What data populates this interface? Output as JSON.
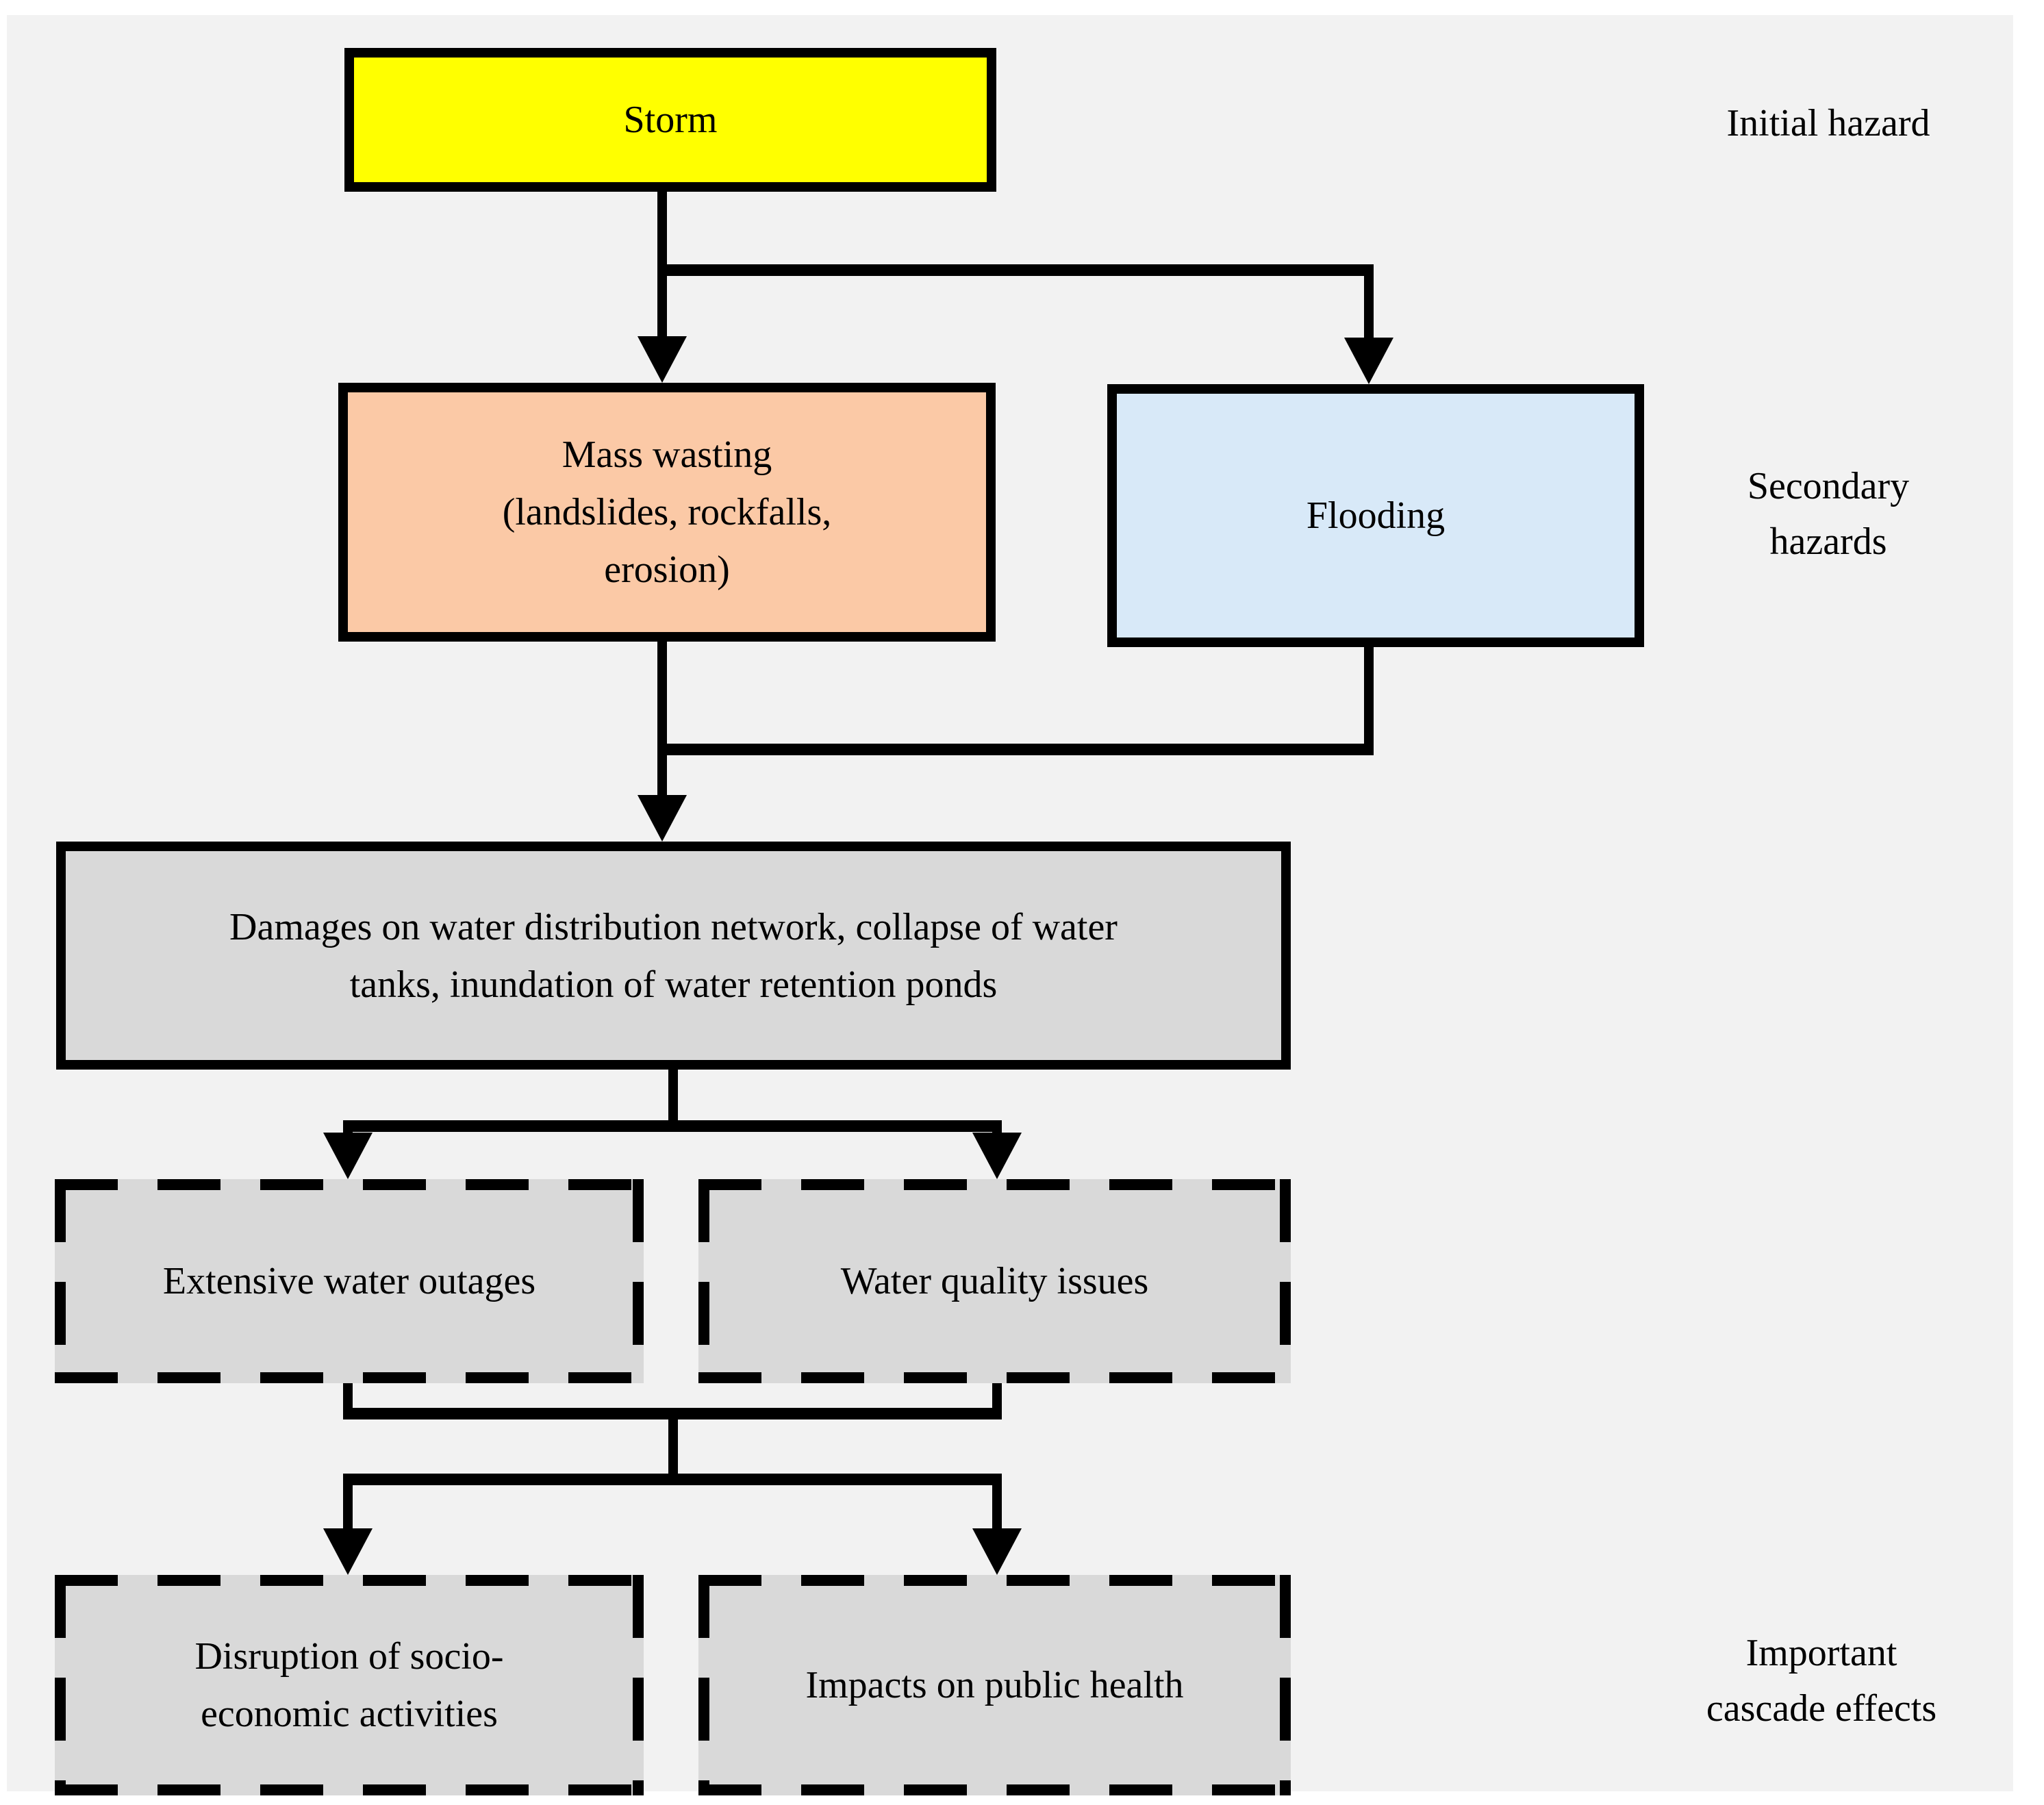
{
  "palette": {
    "page_border": "#ffffff",
    "background": "#f2f2f2",
    "stroke": "#000000",
    "text": "#000000",
    "initial_hazard_fill": "#ffff00",
    "mass_wasting_fill": "#fbc9a6",
    "flooding_fill": "#d8e9f8",
    "impact_fill": "#d9d9d9",
    "cascade_fill": "#d9d9d9"
  },
  "nodes": {
    "storm": {
      "label": "Storm"
    },
    "mass_wasting": {
      "label": "Mass wasting\n(landslides, rockfalls,\nerosion)"
    },
    "flooding": {
      "label": "Flooding"
    },
    "damages": {
      "label": "Damages on water distribution network, collapse of water\ntanks, inundation of water retention ponds"
    },
    "water_outages": {
      "label": "Extensive water outages"
    },
    "water_quality": {
      "label": "Water quality issues"
    },
    "socio_economic": {
      "label": "Disruption of socio-\neconomic activities"
    },
    "public_health": {
      "label": "Impacts on public health"
    }
  },
  "annotations": {
    "initial": "Initial hazard",
    "secondary": "Secondary\nhazards",
    "cascade": "Important\ncascade effects"
  }
}
